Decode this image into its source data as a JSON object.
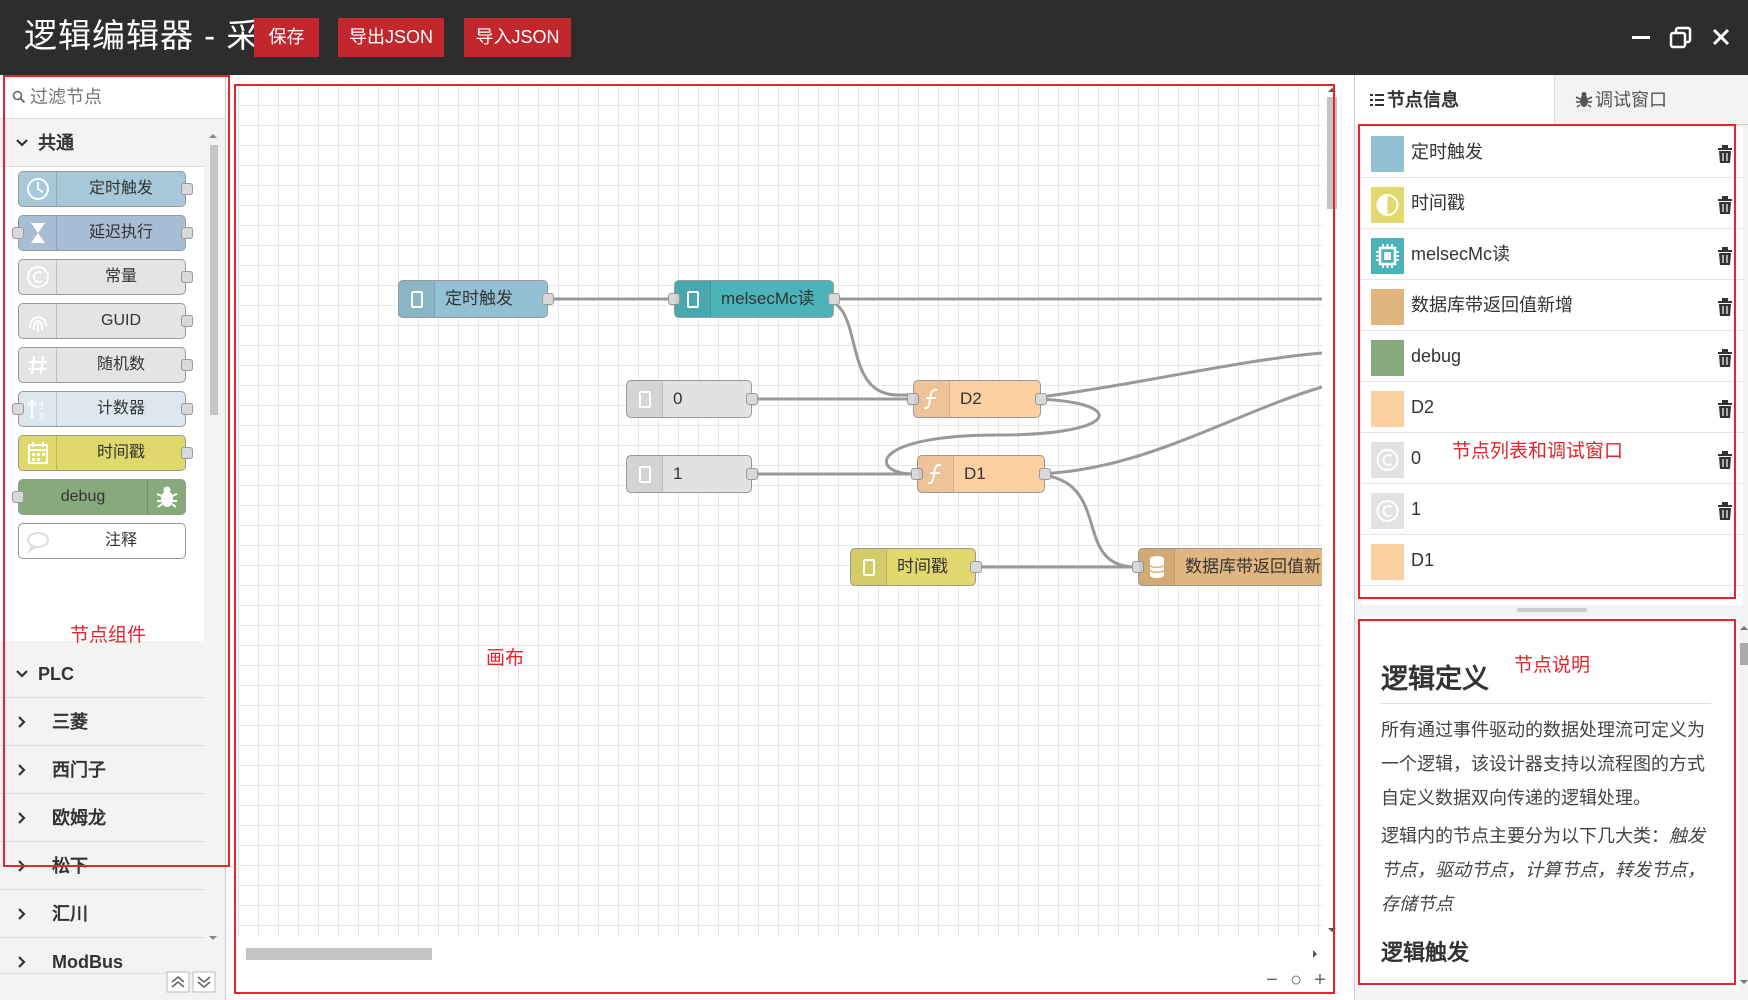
{
  "window": {
    "title": "逻辑编辑器 - 采集",
    "buttons": {
      "save": "保存",
      "export_json": "导出JSON",
      "import_json": "导入JSON"
    }
  },
  "palette": {
    "filter_placeholder": "过滤节点",
    "common_category": "共通",
    "common_nodes": [
      {
        "label": "定时触发",
        "color": "#a6c8d9",
        "icon": "clock-icon"
      },
      {
        "label": "延迟执行",
        "color": "#a9bdd5",
        "icon": "hourglass-icon"
      },
      {
        "label": "常量",
        "color": "#e4e4e4",
        "icon": "copyright-icon"
      },
      {
        "label": "GUID",
        "color": "#e4e4e4",
        "icon": "fingerprint-icon"
      },
      {
        "label": "随机数",
        "color": "#e4e4e4",
        "icon": "hash-icon"
      },
      {
        "label": "计数器",
        "color": "#dce8ed",
        "icon": "sort-icon"
      },
      {
        "label": "时间戳",
        "color": "#dfd86a",
        "icon": "calendar-icon"
      },
      {
        "label": "debug",
        "color": "#87a97c",
        "icon": "bug-icon"
      },
      {
        "label": "注释",
        "color": "#ffffff",
        "icon": "comment-icon"
      }
    ],
    "other_categories": [
      "PLC",
      "三菱",
      "西门子",
      "欧姆龙",
      "松下",
      "汇川",
      "ModBus"
    ]
  },
  "canvas": {
    "nodes": {
      "timer": {
        "label": "定时触发",
        "color": "#92c1d4"
      },
      "melsec": {
        "label": "melsecMc读",
        "color": "#4cb3b8"
      },
      "const0": {
        "label": "0",
        "color": "#e2e2e2"
      },
      "const1": {
        "label": "1",
        "color": "#e2e2e2"
      },
      "d2": {
        "label": "D2",
        "color": "#fdd0a2"
      },
      "d1": {
        "label": "D1",
        "color": "#fdd0a2"
      },
      "timestamp": {
        "label": "时间戳",
        "color": "#e2d96e"
      },
      "db": {
        "label": "数据库带返回值新增",
        "color": "#e0b57e"
      }
    },
    "zoom": {
      "out": "−",
      "reset": "○",
      "in": "+"
    }
  },
  "sidebar": {
    "tabs": {
      "info": "节点信息",
      "debug": "调试窗口"
    },
    "node_list": [
      {
        "label": "定时触发",
        "color": "#92c1d4",
        "icon": "swatch"
      },
      {
        "label": "时间戳",
        "color": "#e2d96e",
        "icon": "half-circle-icon"
      },
      {
        "label": "melsecMc读",
        "color": "#4cb3b8",
        "icon": "chip-icon"
      },
      {
        "label": "数据库带返回值新增",
        "color": "#e0b57e",
        "icon": "swatch"
      },
      {
        "label": "debug",
        "color": "#87a97c",
        "icon": "swatch"
      },
      {
        "label": "D2",
        "color": "#fdd0a2",
        "icon": "swatch"
      },
      {
        "label": "0",
        "color": "#e2e2e2",
        "icon": "copyright-icon"
      },
      {
        "label": "1",
        "color": "#e2e2e2",
        "icon": "copyright-icon"
      },
      {
        "label": "D1",
        "color": "#fdd0a2",
        "icon": "swatch"
      }
    ],
    "help": {
      "title": "逻辑定义",
      "p1": "所有通过事件驱动的数据处理流可定义为一个逻辑，该设计器支持以流程图的方式自定义数据双向传递的逻辑处理。",
      "p2_prefix": "逻辑内的节点主要分为以下几大类：",
      "p2_italic": "触发节点，驱动节点，计算节点，转发节点，存储节点",
      "h2": "逻辑触发"
    }
  },
  "annotations": {
    "palette": "节点组件",
    "canvas": "画布",
    "node_list": "节点列表和调试窗口",
    "help": "节点说明",
    "color": "#e5242b"
  }
}
